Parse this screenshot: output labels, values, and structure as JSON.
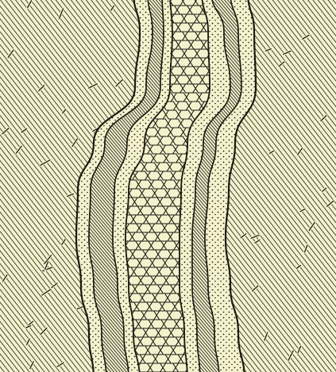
{
  "figure": {
    "kind": "geological vein cross-section",
    "colors": {
      "paper": "#f4f2cd",
      "ink": "#1c1a12"
    },
    "layers": [
      "country-rock",
      "selvage-dark-band",
      "stippled-gangue-band",
      "crystal-comb-core"
    ],
    "flags": {
      "crosshatched_country_rock": true,
      "scattered_dash_marks": true,
      "stippled_bands": true,
      "hexagonal_cell_core": true
    }
  }
}
